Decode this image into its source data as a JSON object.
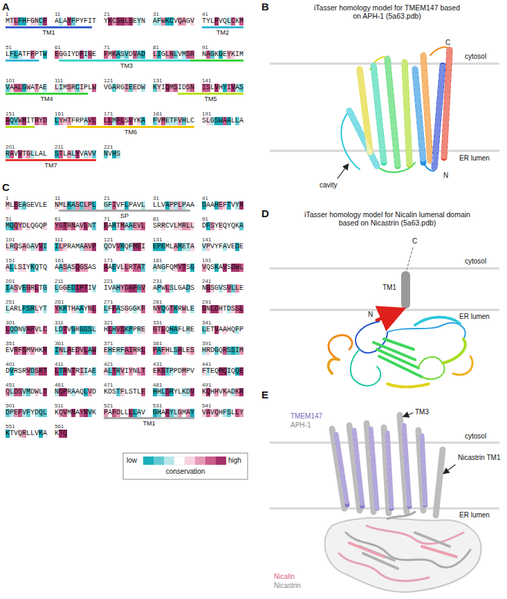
{
  "diagram": {
    "labels": [
      "A",
      "B",
      "C",
      "D",
      "E",
      "1",
      "MTLFHFGNCF",
      "11",
      "ALAYFPYFIT",
      "21",
      "YKCSGLSEYN",
      "31",
      "AFWKCVQAGV",
      "41",
      "TYLFVQLCKM",
      "51",
      "LFLATFFPTW",
      "61",
      "EGGIYDFIGE",
      "71",
      "FMKASVDVAD",
      "81",
      "LIGLNLVMSR",
      "91",
      "NAGKGEYKIM",
      "101",
      "VAALGWATAE",
      "111",
      "LIMSRCIPLW",
      "121",
      "VGARGIEEDW",
      "131",
      "KYIQMSIDSN",
      "141",
      "ISLVHYIVAS",
      "151",
      "AQVWMITRYD",
      "161",
      "LYHTFRPAVL",
      "171",
      "LLMFLSVYKA",
      "181",
      "FVMETFVHLC",
      "191",
      "SLGSWAALLA",
      "201",
      "RAVVTGLLAL",
      "211",
      "STLALYVAVV",
      "221",
      "NVHS",
      "TM1",
      "TM2",
      "TM3",
      "TM4",
      "TM5",
      "TM6",
      "TM7",
      "iTasser homology model for TMEM147 based on APH-1 (5a63.pdb)",
      "C",
      "cytosol",
      "ER lumen",
      "N",
      "cavity",
      "1",
      "MLEEAGEVLE",
      "11",
      "NMLKASCLPL",
      "21",
      "GFIVFLPAVL",
      "31",
      "LLVAPPLPAA",
      "41",
      "DAAHEFTVYR",
      "51",
      "MQQYDLQGQP",
      "61",
      "YGTRNAVLNT",
      "71",
      "EARTMAAEVL",
      "81",
      "SRRCVLMRLL",
      "91",
      "DFSYEQYQKA",
      "101",
      "LRQSAGAVVI",
      "111",
      "ILPRAMAAVP",
      "121",
      "QDVVRQFMEI",
      "131",
      "EPEMLAMETA",
      "141",
      "VPVYFAVEDE",
      "151",
      "ALLSIYKQTQ",
      "161",
      "AASASQGSAS",
      "171",
      "AAEVLLRTAT",
      "181",
      "ANGFQMVTSG",
      "191",
      "VQSKAVSDWL",
      "201",
      "IASVEGRLTG",
      "211",
      "LGGEDIPTIV",
      "221",
      "IVAHYDAFGV",
      "231",
      "APWLSLGADS",
      "241",
      "NGSGVSVLLE",
      "251",
      "LARLFSRLYT",
      "261",
      "YKRTHAAYNL",
      "271",
      "LFFASGGGKF",
      "281",
      "NYQGTKRWLE",
      "291",
      "DNLDHTDSSL",
      "301",
      "LQDNVAFVLC",
      "311",
      "LDTVGRGSSL",
      "321",
      "HLHVSKPPRE",
      "331",
      "GTLQHAFLRE",
      "341",
      "LETVAAHQFP",
      "351",
      "EVRFSMVHKR",
      "361",
      "INLAEDVLAW",
      "371",
      "EHERFAIRRL",
      "381",
      "PAFHLSHLES",
      "391",
      "HRDGQRSSIM",
      "401",
      "DVRSRVDSKT",
      "411",
      "LTRNTRIIAE",
      "421",
      "ALTRVIYNLT",
      "431",
      "EKGTPPDMPV",
      "441",
      "FTEQMQIQQE",
      "451",
      "QLDSVMDWLT",
      "461",
      "NQPRAAQLVD",
      "471",
      "KDSTFLSTLE",
      "481",
      "HHLSRYLKDV",
      "491",
      "KQHHVKADKR",
      "501",
      "DPEFVFYDQL",
      "511",
      "KQVMNAYRVK",
      "521",
      "PAFDLLLLAV",
      "531",
      "GHAAYLGMAY",
      "541",
      "VAVQHFSLLY",
      "551",
      "KTVQRLLVKA",
      "561",
      "KTQ",
      "SP",
      "TM1",
      "conservation",
      "iTasser homology model for Nicalin lumenal domain based on Nicastrin (5a63.pdb)",
      "C",
      "cytosol",
      "TM1",
      "ER lumen",
      "N",
      "TMEM147",
      "APH-1",
      "TM3",
      "cytosol",
      "Nicastrin TM1",
      "ER lumen",
      "Nicalin",
      "Nicastrin"
    ],
    "legend": [
      {
        "text": "low",
        "color": "#19aebb"
      },
      {
        "text": "high",
        "color": "#a3306a"
      }
    ]
  }
}
